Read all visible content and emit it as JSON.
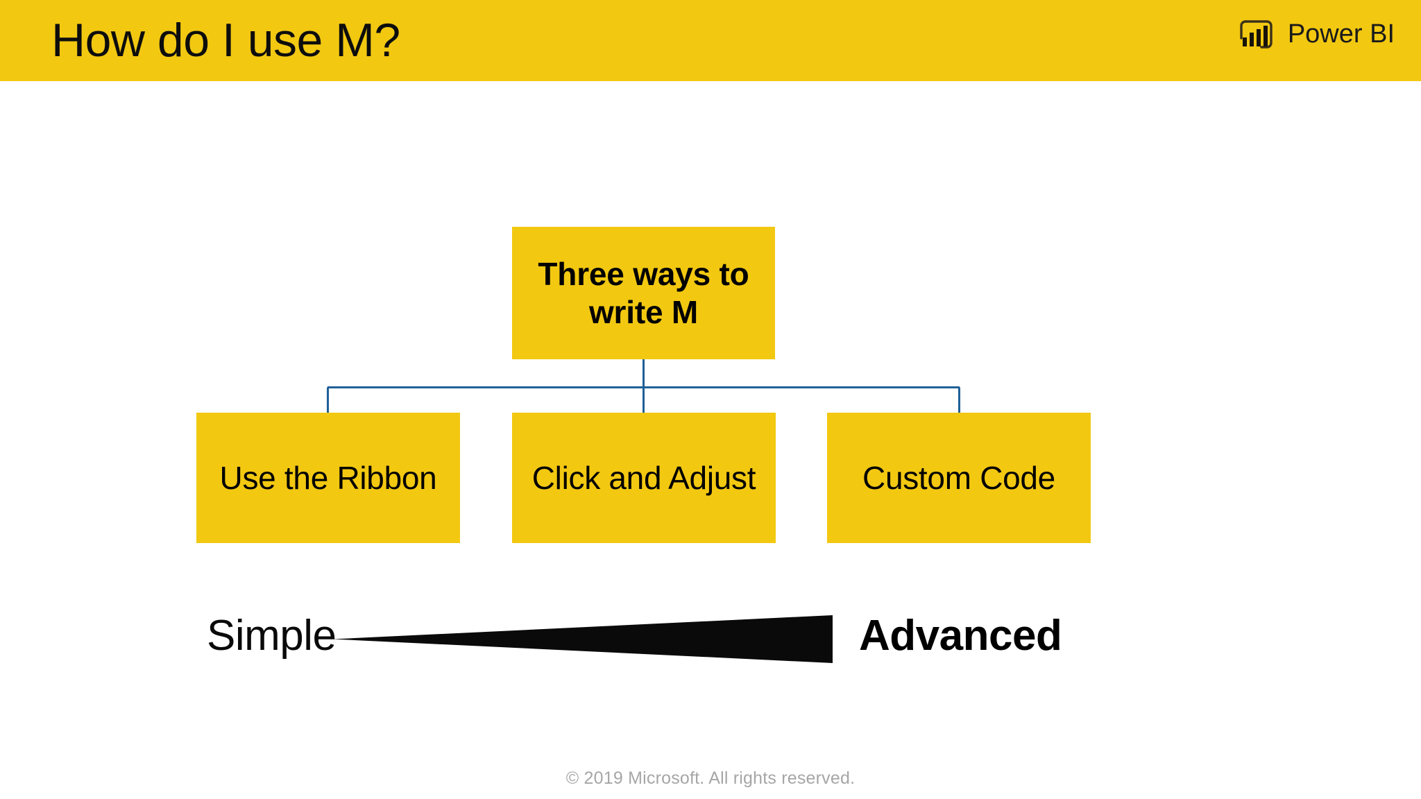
{
  "header": {
    "title": "How do I use M?",
    "background_color": "#F2C811",
    "brand_name": "Power BI",
    "brand_icon": "power-bi-logo-icon"
  },
  "diagram": {
    "type": "org-chart",
    "node_fill_color": "#F2C811",
    "connector_color": "#1F6097",
    "root": {
      "label": "Three ways to write M",
      "bold": true
    },
    "children": [
      {
        "label": "Use the Ribbon"
      },
      {
        "label": "Click and Adjust"
      },
      {
        "label": "Custom Code"
      }
    ]
  },
  "scale": {
    "left_label": "Simple",
    "right_label": "Advanced",
    "wedge_color": "#0A0A0A",
    "wedge_icon": "widening-wedge-arrow-icon"
  },
  "footer": {
    "copyright": "© 2019 Microsoft. All rights reserved."
  }
}
